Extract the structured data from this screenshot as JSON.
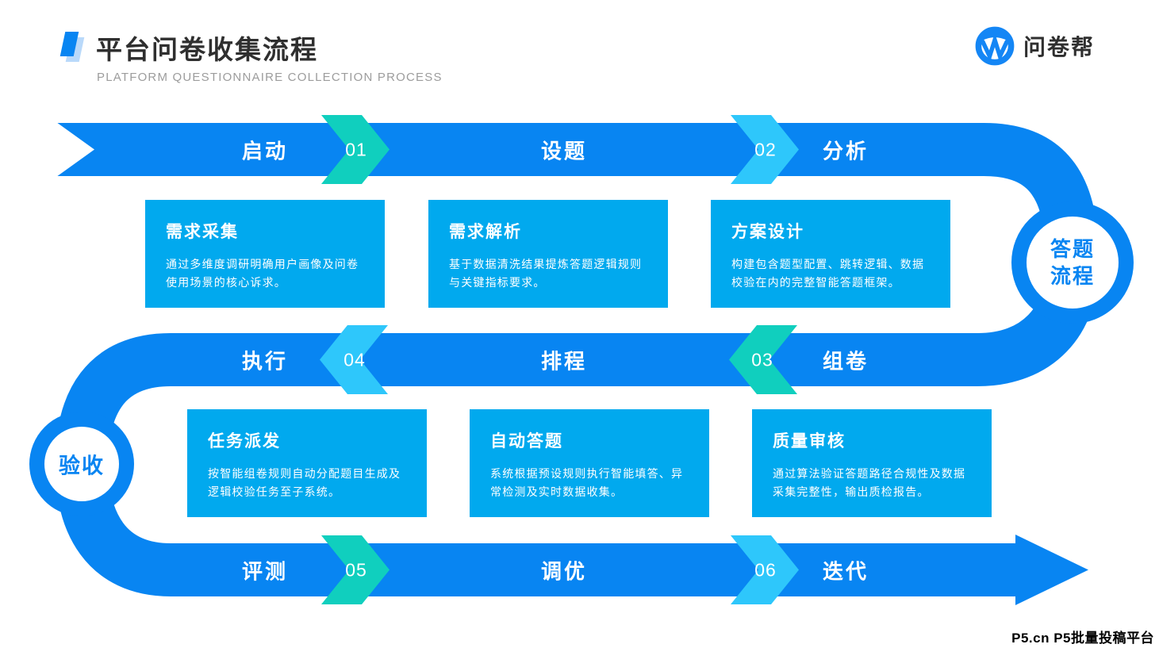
{
  "header": {
    "title": "平台问卷收集流程",
    "subtitle": "PLATFORM QUESTIONNAIRE COLLECTION PROCESS",
    "logo_text": "问卷帮"
  },
  "icons": {
    "logo": "circle-w-monogram"
  },
  "colors": {
    "band_blue": "#0885F2",
    "card_cyan": "#01A9EE",
    "chevron_teal": "#10CFBE",
    "chevron_cyan": "#2EC7FB",
    "accent_light": "#B9D9FA",
    "title_color": "#2F2F2F",
    "subtitle_color": "#9C9C9C",
    "footer_color": "#000000"
  },
  "flow": {
    "band1": {
      "start": "启动",
      "num1": "01",
      "mid": "设题",
      "num2": "02",
      "end": "分析"
    },
    "band2": {
      "start": "执行",
      "num4": "04",
      "mid": "排程",
      "num3": "03",
      "end": "组卷"
    },
    "band3": {
      "start": "评测",
      "num5": "05",
      "mid": "调优",
      "num6": "06",
      "end": "迭代"
    },
    "right_circle": [
      "答题",
      "流程"
    ],
    "left_circle": "验收"
  },
  "cards": [
    {
      "title": "需求采集",
      "desc": "通过多维度调研明确用户画像及问卷使用场景的核心诉求。"
    },
    {
      "title": "需求解析",
      "desc": "基于数据清洗结果提炼答题逻辑规则与关键指标要求。"
    },
    {
      "title": "方案设计",
      "desc": "构建包含题型配置、跳转逻辑、数据校验在内的完整智能答题框架。"
    },
    {
      "title": "任务派发",
      "desc": "按智能组卷规则自动分配题目生成及逻辑校验任务至子系统。"
    },
    {
      "title": "自动答题",
      "desc": "系统根据预设规则执行智能填答、异常检测及实时数据收集。"
    },
    {
      "title": "质量审核",
      "desc": "通过算法验证答题路径合规性及数据采集完整性，输出质检报告。"
    }
  ],
  "footer": {
    "watermark": "P5.cn P5批量投稿平台"
  }
}
